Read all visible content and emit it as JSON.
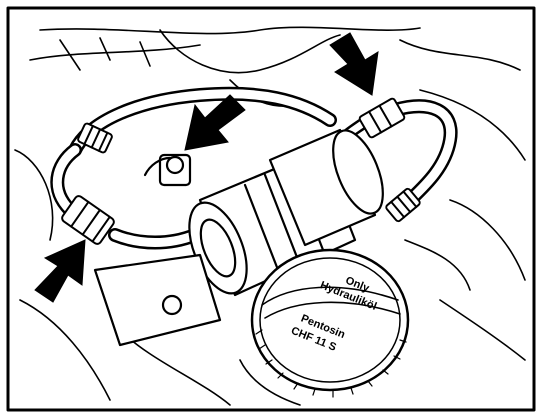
{
  "cap": {
    "line1": "Only",
    "line2": "Hydrauliköl",
    "line3": "Pentosin",
    "line4": "CHF 11 S"
  },
  "colors": {
    "ink": "#000000",
    "paper": "#ffffff"
  }
}
